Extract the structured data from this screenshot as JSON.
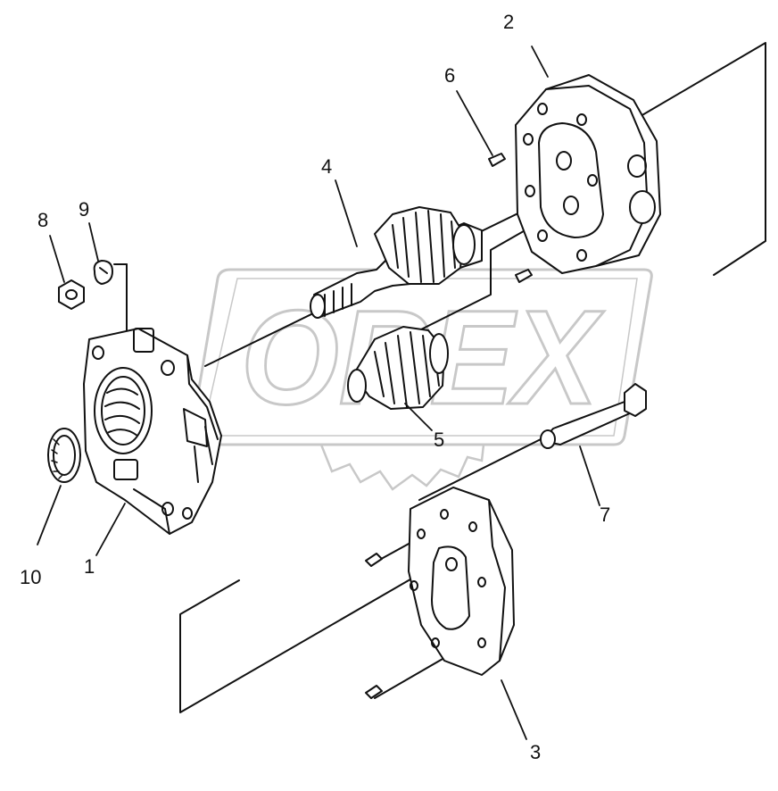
{
  "watermark": {
    "text": "OREX"
  },
  "callouts": [
    {
      "id": "part-1",
      "label": "1"
    },
    {
      "id": "part-2",
      "label": "2"
    },
    {
      "id": "part-3",
      "label": "3"
    },
    {
      "id": "part-4",
      "label": "4"
    },
    {
      "id": "part-5",
      "label": "5"
    },
    {
      "id": "part-6",
      "label": "6"
    },
    {
      "id": "part-7",
      "label": "7"
    },
    {
      "id": "part-8",
      "label": "8"
    },
    {
      "id": "part-9",
      "label": "9"
    },
    {
      "id": "part-10",
      "label": "10"
    }
  ],
  "colors": {
    "ink": "#111111",
    "watermark": "#c8c8c8",
    "background": "#ffffff"
  }
}
